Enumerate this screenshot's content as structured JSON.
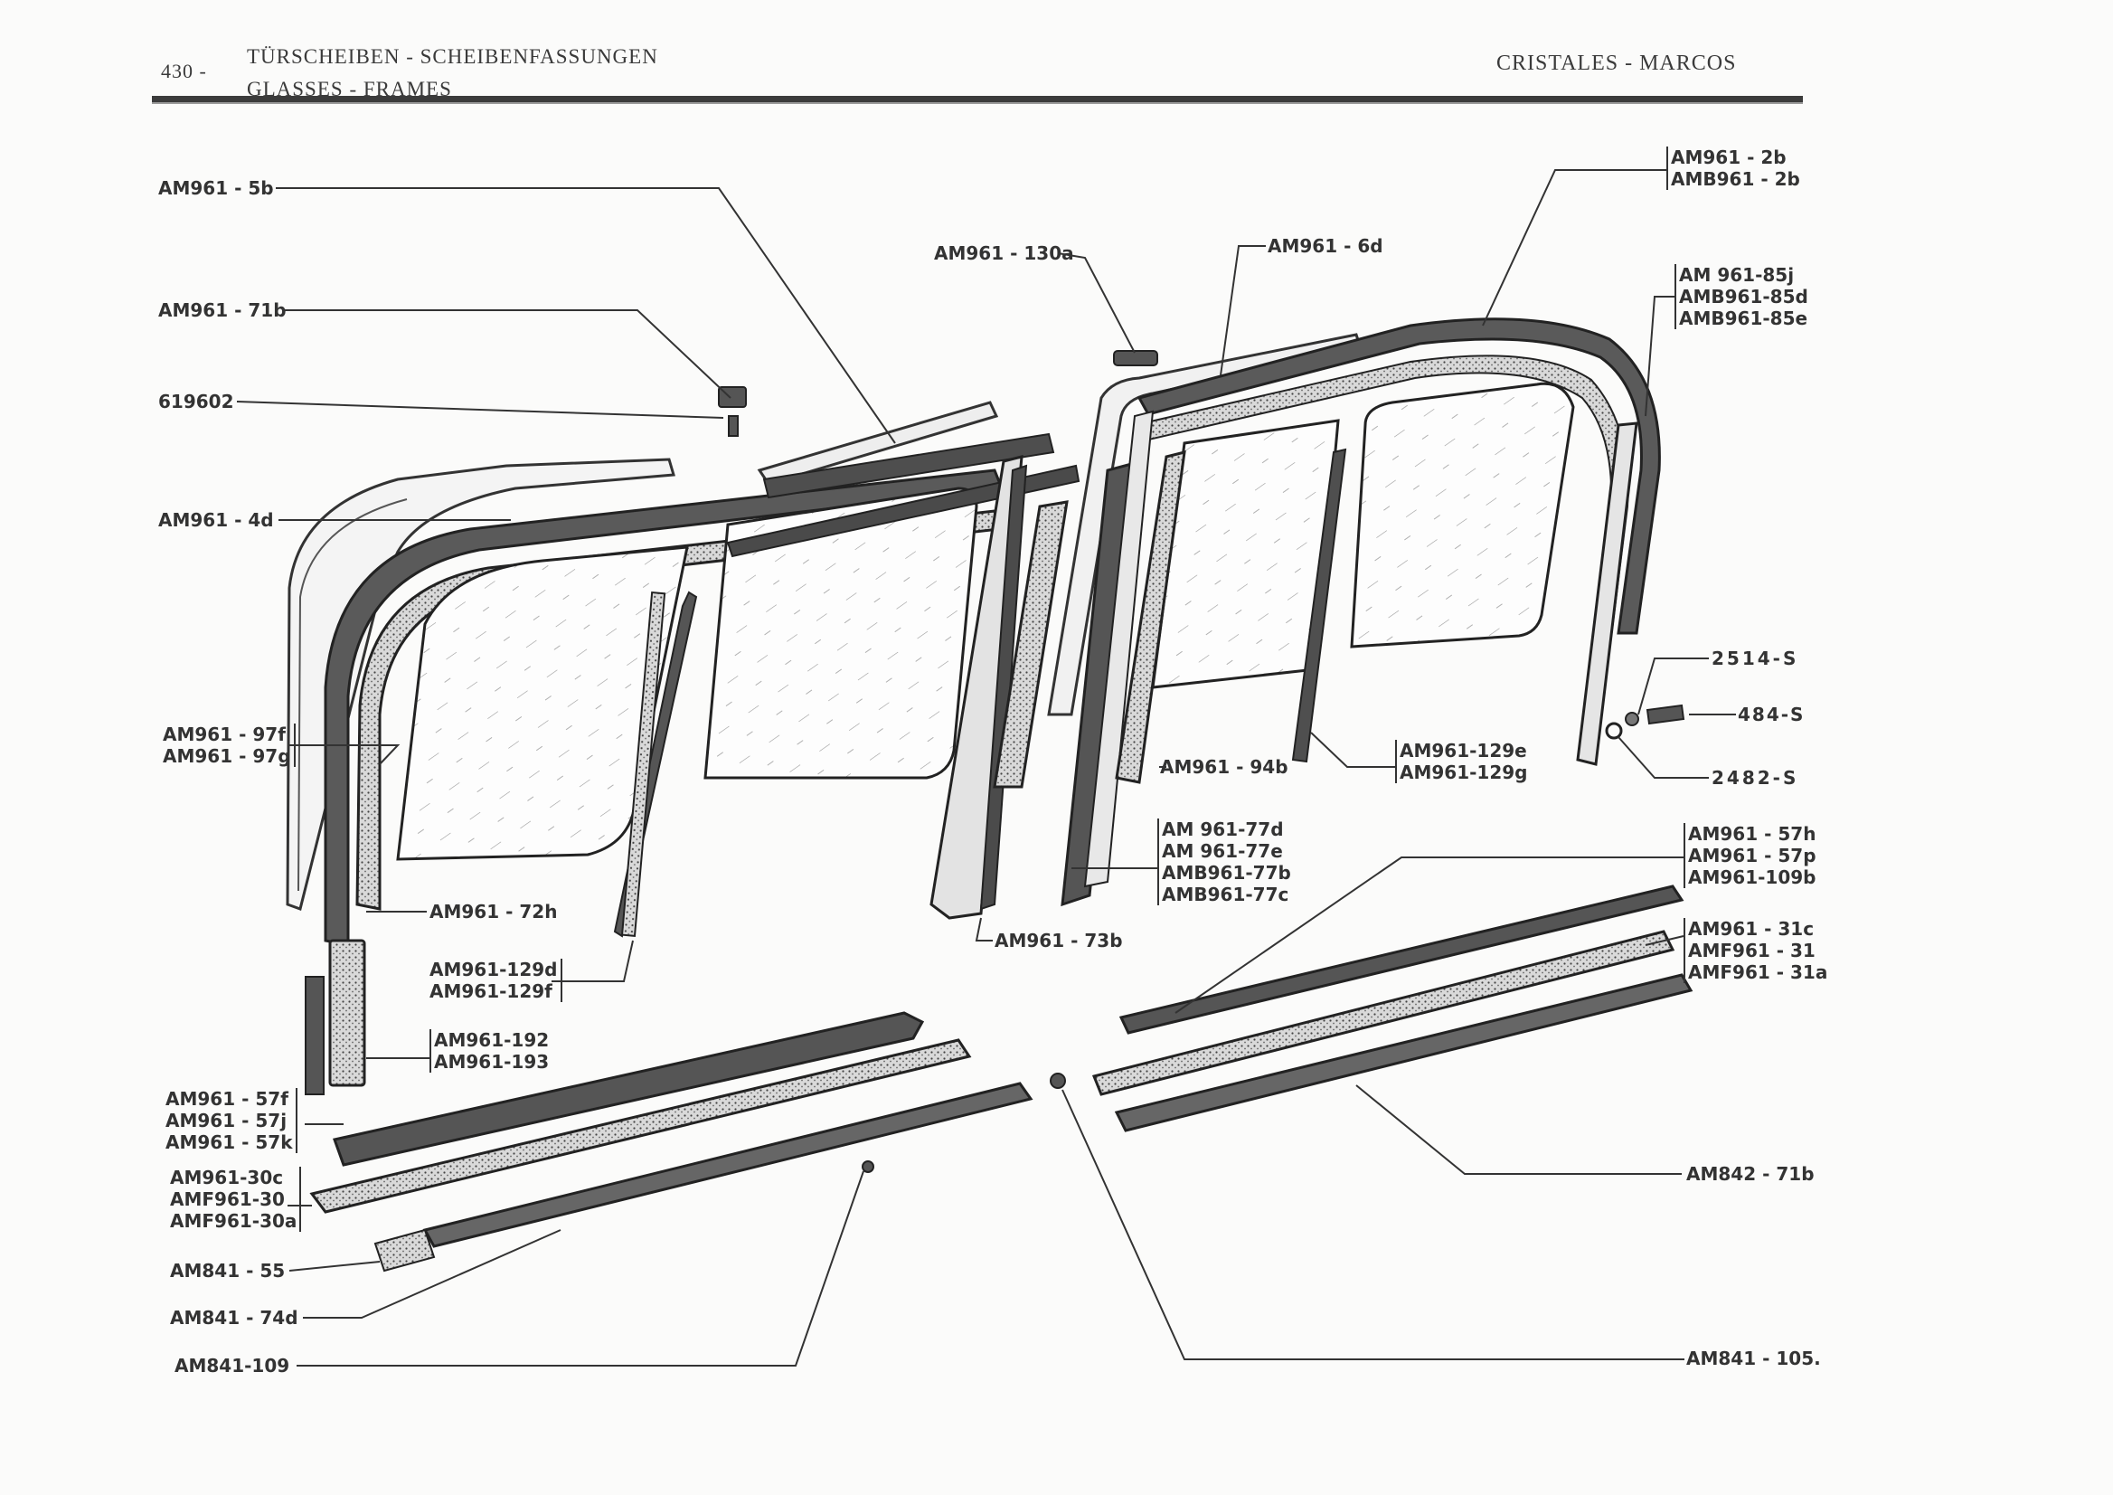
{
  "header": {
    "page_number": "430 -",
    "title_de": "TÜRSCHEIBEN - SCHEIBENFASSUNGEN",
    "title_en": "GLASSES - FRAMES",
    "title_es": "CRISTALES - MARCOS"
  },
  "parts": {
    "p_am961_5b": "AM961 - 5b",
    "p_am961_71b": "AM961 - 71b",
    "p_619602": "619602",
    "p_am961_4d": "AM961 - 4d",
    "g_97": [
      "AM961 - 97f",
      "AM961 - 97g"
    ],
    "p_am961_130a": "AM961 - 130a",
    "p_am961_6d": "AM961 - 6d",
    "g_2b": [
      "AM961 - 2b",
      "AMB961 - 2b"
    ],
    "g_85": [
      "AM 961-85j",
      "AMB961-85d",
      "AMB961-85e"
    ],
    "p_2514s": "2514-S",
    "p_484s": "484-S",
    "p_2482s": "2482-S",
    "p_am961_94b": "AM961 - 94b",
    "g_129eg": [
      "AM961-129e",
      "AM961-129g"
    ],
    "g_77": [
      "AM 961-77d",
      "AM 961-77e",
      "AMB961-77b",
      "AMB961-77c"
    ],
    "g_57hp": [
      "AM961 - 57h",
      "AM961 - 57p",
      "AM961-109b"
    ],
    "g_31": [
      "AM961 - 31c",
      "AMF961 - 31",
      "AMF961 - 31a"
    ],
    "p_am961_72h": "AM961 - 72h",
    "p_am961_73b": "AM961 - 73b",
    "g_129df": [
      "AM961-129d",
      "AM961-129f"
    ],
    "g_192": [
      "AM961-192",
      "AM961-193"
    ],
    "g_57fjk": [
      "AM961 - 57f",
      "AM961 - 57j",
      "AM961 - 57k"
    ],
    "g_30": [
      "AM961-30c",
      "AMF961-30",
      "AMF961-30a"
    ],
    "p_am841_55": "AM841 - 55",
    "p_am841_74d": "AM841 - 74d",
    "p_am841_109": "AM841-109",
    "p_am842_71b": "AM842 - 71b",
    "p_am841_105": "AM841 - 105."
  }
}
